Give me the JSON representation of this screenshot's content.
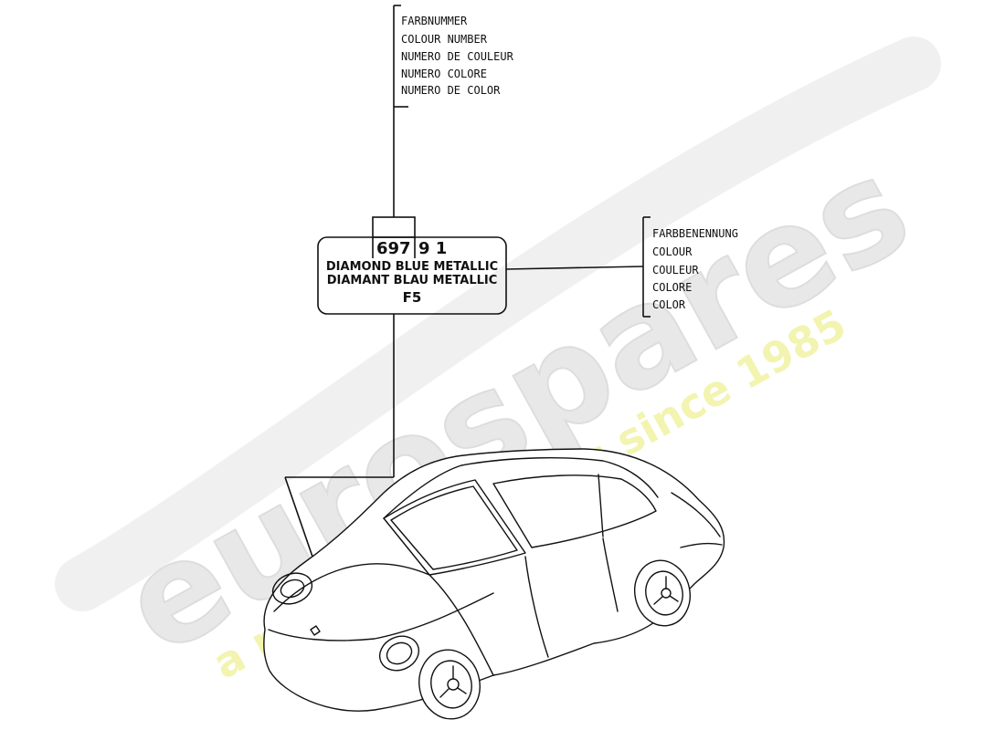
{
  "watermark": {
    "brand": "eurospares",
    "tagline": "a passion for parts since 1985",
    "brand_color": "#e6e6e6",
    "tagline_color": "#f3f5b8"
  },
  "colour_number_callout": {
    "lines": [
      "FARBNUMMER",
      "COLOUR NUMBER",
      "NUMERO DE COULEUR",
      "NUMERO COLORE",
      "NUMERO DE COLOR"
    ]
  },
  "colour_name_callout": {
    "lines": [
      "FARBBENENNUNG",
      "COLOUR",
      "COULEUR",
      "COLORE",
      "COLOR"
    ]
  },
  "paint_label": {
    "code_part1": "697",
    "code_part2": "9 1",
    "line1": "DIAMOND BLUE METALLIC",
    "line2": "DIAMANT BLAU METALLIC",
    "line3": "F5"
  }
}
